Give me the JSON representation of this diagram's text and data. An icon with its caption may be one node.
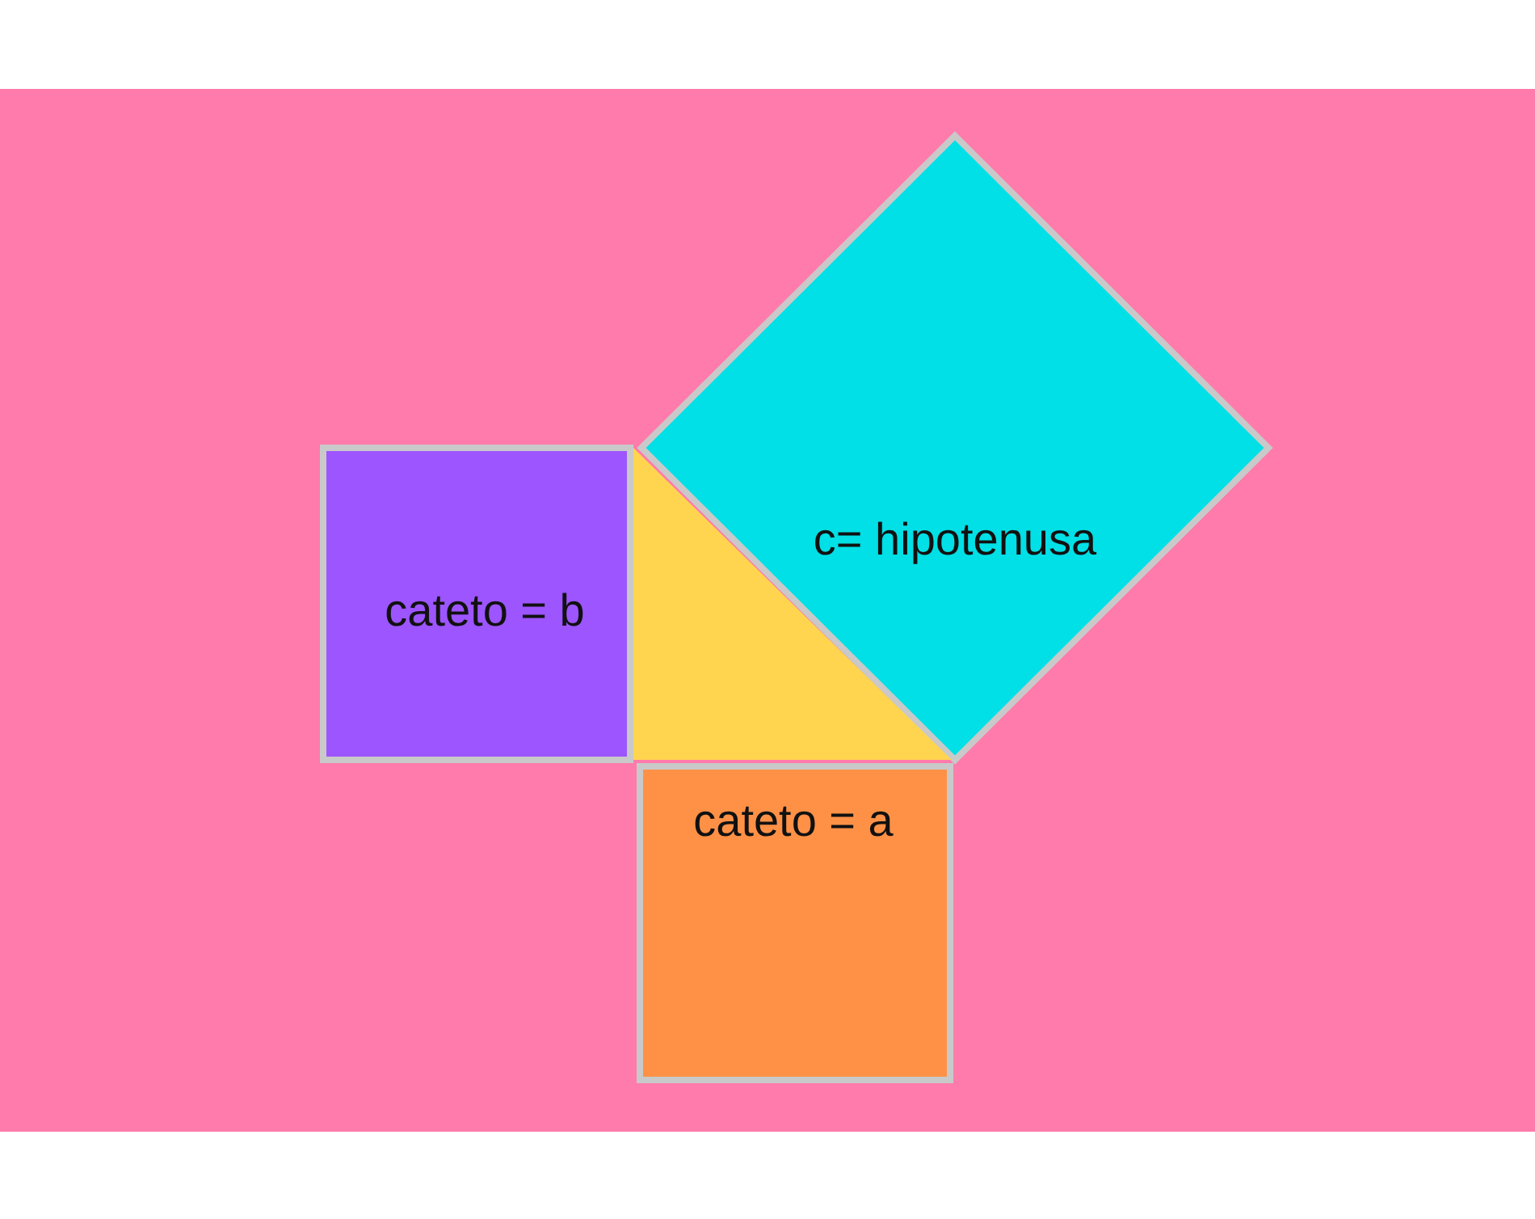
{
  "diagram": {
    "nodes": [
      {
        "text": [
          "c= hipotenusa"
        ]
      },
      {
        "text": [
          "cateto = b"
        ]
      },
      {
        "text": [],
        "shape": "triangle"
      },
      {
        "text": [
          "cateto = a"
        ]
      }
    ]
  }
}
